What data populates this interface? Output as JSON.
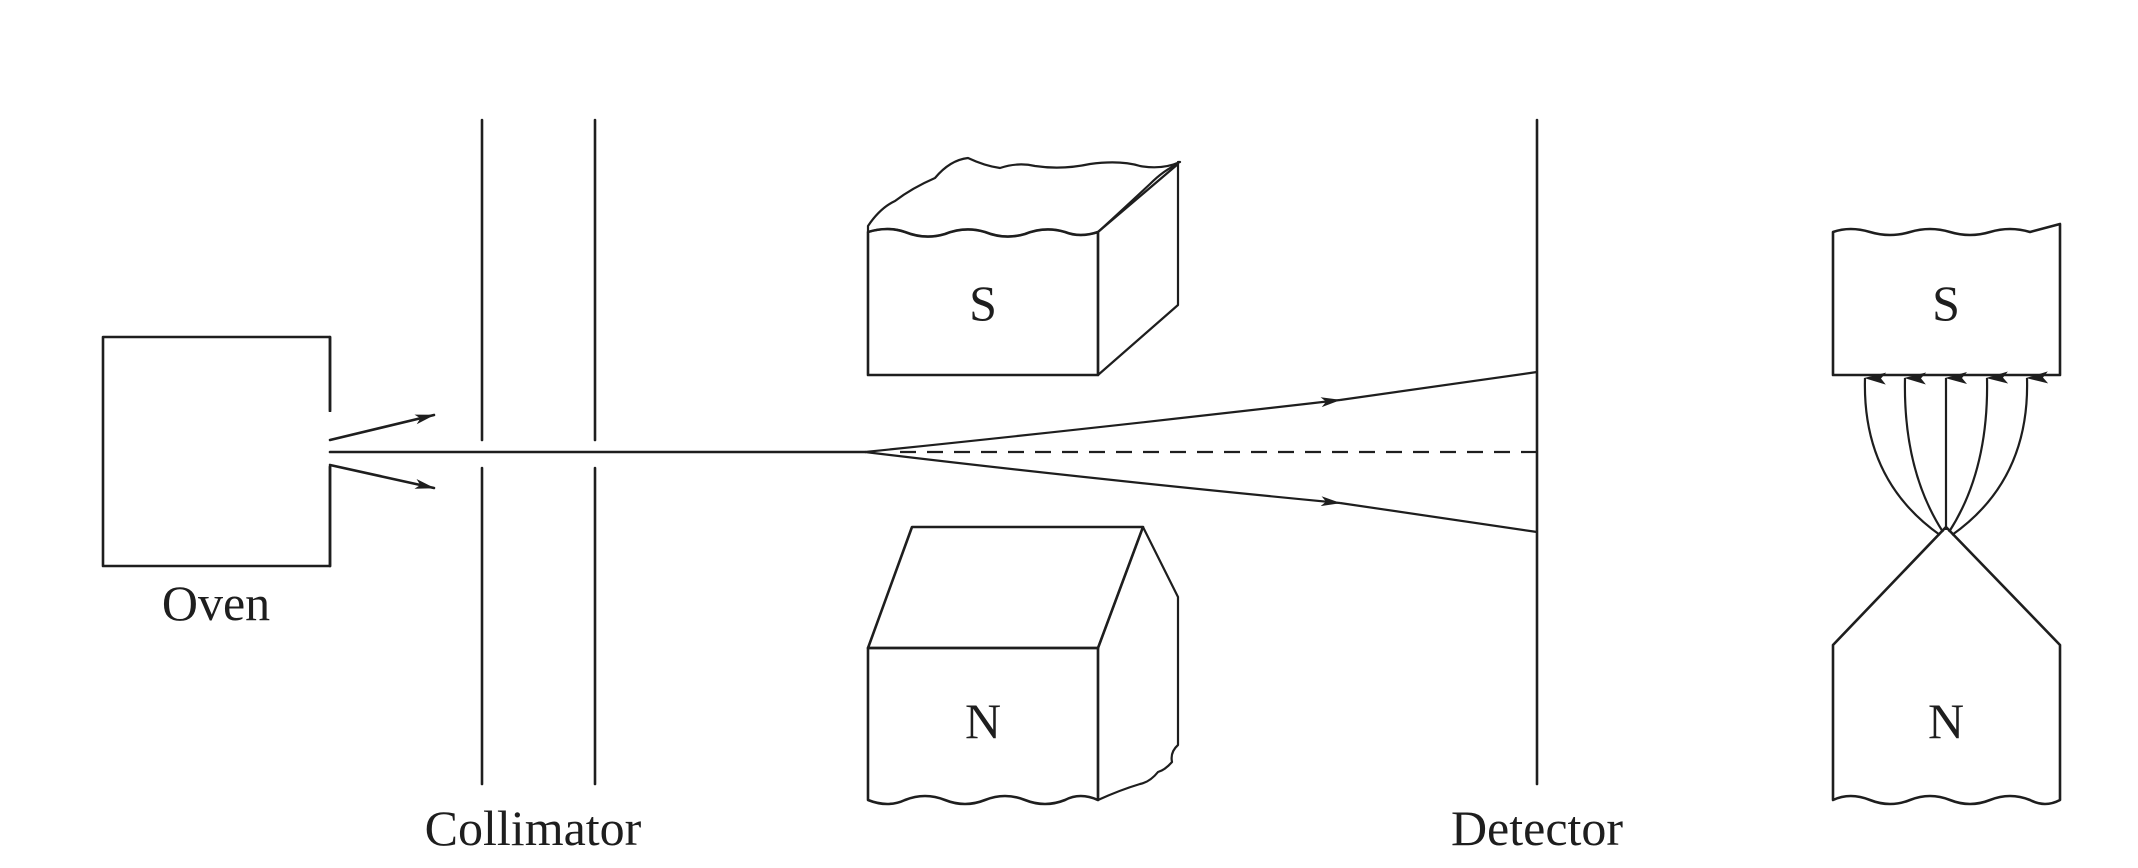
{
  "labels": {
    "oven": "Oven",
    "collimator": "Collimator",
    "detector": "Detector"
  },
  "magnet_3d": {
    "north_pole": "S",
    "south_pole": "N"
  },
  "magnet_cross_section": {
    "north_pole": "S",
    "south_pole": "N"
  },
  "colors": {
    "line": "#1e1e1e",
    "shade_light": "#e6e6e6",
    "shade_top": "#e2e2e2",
    "background": "#ffffff"
  }
}
